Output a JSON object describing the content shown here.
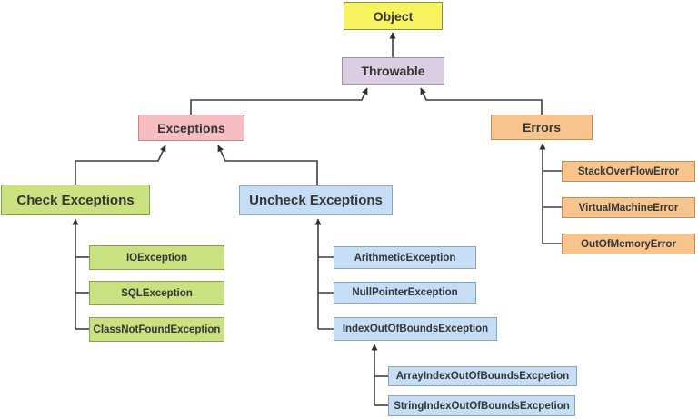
{
  "diagram_type": "hierarchy-tree",
  "colors": {
    "background": "#ffffff",
    "line": "#3f3f3f",
    "text": "#353535",
    "object_fill": "#f7f25f",
    "throwable_fill": "#dccee2",
    "exceptions_fill": "#f6bdc1",
    "errors_fill": "#f8c48d",
    "checked_fill": "#c9e180",
    "unchecked_fill": "#c5def6"
  },
  "nodes": {
    "object": {
      "label": "Object"
    },
    "throwable": {
      "label": "Throwable"
    },
    "exceptions": {
      "label": "Exceptions"
    },
    "errors": {
      "label": "Errors"
    },
    "check_exceptions": {
      "label": "Check Exceptions"
    },
    "uncheck_exceptions": {
      "label": "Uncheck Exceptions"
    },
    "io_exception": {
      "label": "IOException"
    },
    "sql_exception": {
      "label": "SQLException"
    },
    "class_not_found": {
      "label": "ClassNotFoundException"
    },
    "arithmetic": {
      "label": "ArithmeticException"
    },
    "null_pointer": {
      "label": "NullPointerException"
    },
    "index_out_of_bounds": {
      "label": "IndexOutOfBoundsException"
    },
    "array_index": {
      "label": "ArrayIndexOutOfBoundsExcpetion"
    },
    "string_index": {
      "label": "StringIndexOutOfBoundsExcpetion"
    },
    "stack_overflow": {
      "label": "StackOverFlowError"
    },
    "virtual_machine": {
      "label": "VirtualMachineError"
    },
    "out_of_memory": {
      "label": "OutOfMemoryError"
    }
  },
  "edges": [
    {
      "child": "throwable",
      "parent": "object"
    },
    {
      "child": "exceptions",
      "parent": "throwable"
    },
    {
      "child": "errors",
      "parent": "throwable"
    },
    {
      "child": "check_exceptions",
      "parent": "exceptions"
    },
    {
      "child": "uncheck_exceptions",
      "parent": "exceptions"
    },
    {
      "child": "io_exception",
      "parent": "check_exceptions"
    },
    {
      "child": "sql_exception",
      "parent": "check_exceptions"
    },
    {
      "child": "class_not_found",
      "parent": "check_exceptions"
    },
    {
      "child": "arithmetic",
      "parent": "uncheck_exceptions"
    },
    {
      "child": "null_pointer",
      "parent": "uncheck_exceptions"
    },
    {
      "child": "index_out_of_bounds",
      "parent": "uncheck_exceptions"
    },
    {
      "child": "array_index",
      "parent": "index_out_of_bounds"
    },
    {
      "child": "string_index",
      "parent": "index_out_of_bounds"
    },
    {
      "child": "stack_overflow",
      "parent": "errors"
    },
    {
      "child": "virtual_machine",
      "parent": "errors"
    },
    {
      "child": "out_of_memory",
      "parent": "errors"
    }
  ]
}
